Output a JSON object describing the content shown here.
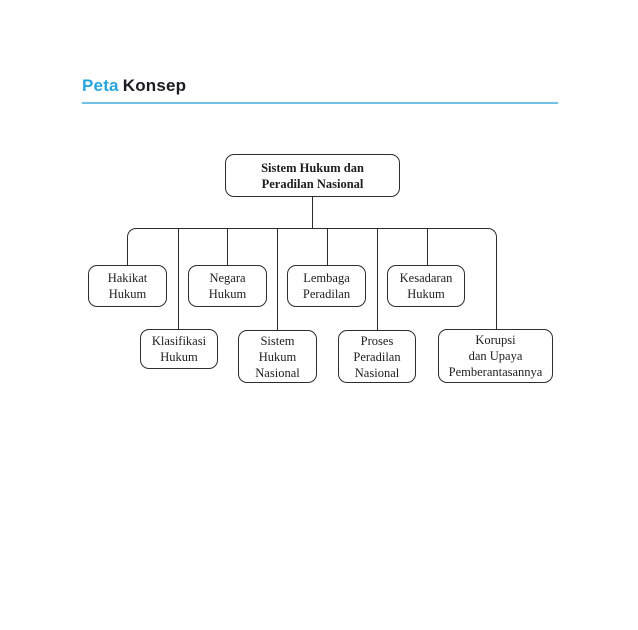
{
  "header": {
    "title_accent": "Peta",
    "title_rest": "Konsep",
    "accent_color": "#27a5db",
    "title_color": "#1b1b22",
    "rule_color": "#74bfe4"
  },
  "diagram": {
    "line_color": "#2b2b2b",
    "root": {
      "label": "Sistem Hukum dan\nPeradilan Nasional"
    },
    "level1": [
      {
        "label": "Hakikat\nHukum"
      },
      {
        "label": "Negara\nHukum"
      },
      {
        "label": "Lembaga\nPeradilan"
      },
      {
        "label": "Kesadaran\nHukum"
      }
    ],
    "level2": [
      {
        "label": "Klasifikasi\nHukum"
      },
      {
        "label": "Sistem\nHukum\nNasional"
      },
      {
        "label": "Proses\nPeradilan\nNasional"
      },
      {
        "label": "Korupsi\ndan Upaya\nPemberantasannya"
      }
    ]
  }
}
